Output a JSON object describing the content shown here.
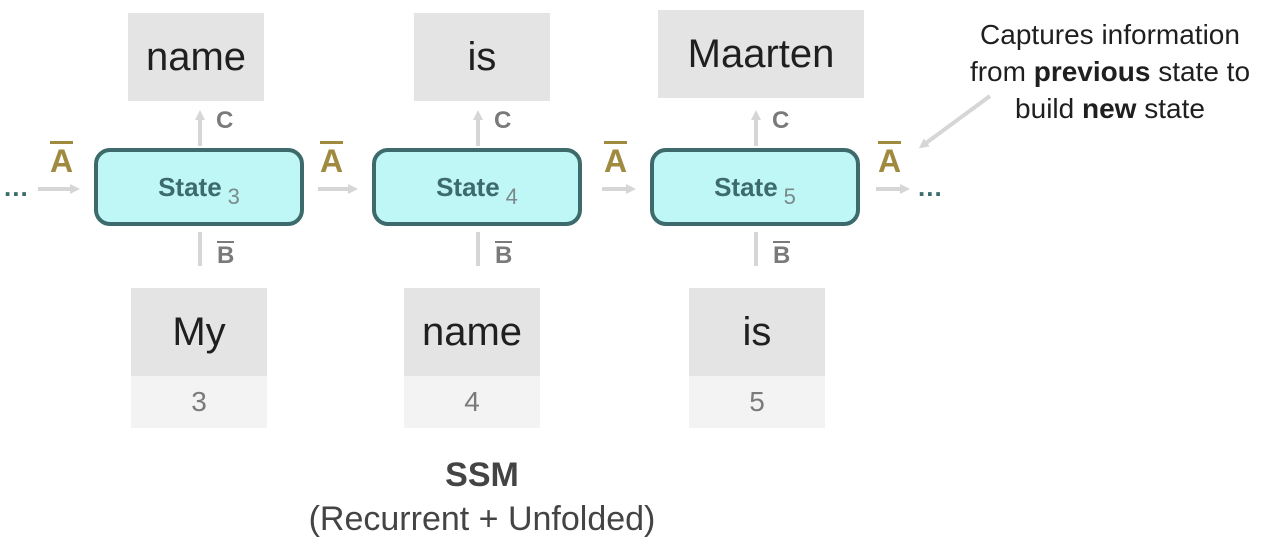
{
  "outputs": [
    "name",
    "is",
    "Maarten"
  ],
  "states": [
    {
      "label": "State",
      "index": "3"
    },
    {
      "label": "State",
      "index": "4"
    },
    {
      "label": "State",
      "index": "5"
    }
  ],
  "inputs": [
    {
      "token": "My",
      "position": "3"
    },
    {
      "token": "name",
      "position": "4"
    },
    {
      "token": "is",
      "position": "5"
    }
  ],
  "matrices": {
    "a": "A",
    "b": "B",
    "c": "C"
  },
  "continuation": "...",
  "annotation": {
    "line1": "Captures information",
    "line2_pre": "from ",
    "line2_bold": "previous",
    "line2_post": " state to",
    "line3_pre": "build ",
    "line3_bold": "new",
    "line3_post": " state"
  },
  "caption": {
    "title": "SSM",
    "subtitle": "(Recurrent + Unfolded)"
  },
  "colors": {
    "state_fill": "#bff7f7",
    "state_border": "#3d6b6b",
    "a_matrix": "#a08a40",
    "arrow": "#d6d6d6"
  }
}
